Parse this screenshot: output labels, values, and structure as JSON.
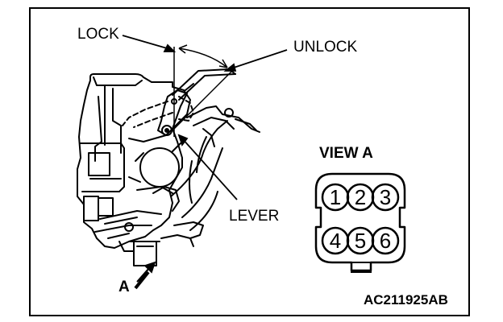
{
  "labels": {
    "lock": "LOCK",
    "unlock": "UNLOCK",
    "lever": "LEVER",
    "view_a": "VIEW A",
    "arrow_a": "A",
    "figure_code": "AC211925AB"
  },
  "connector": {
    "pins": [
      "1",
      "2",
      "3",
      "4",
      "5",
      "6"
    ]
  }
}
